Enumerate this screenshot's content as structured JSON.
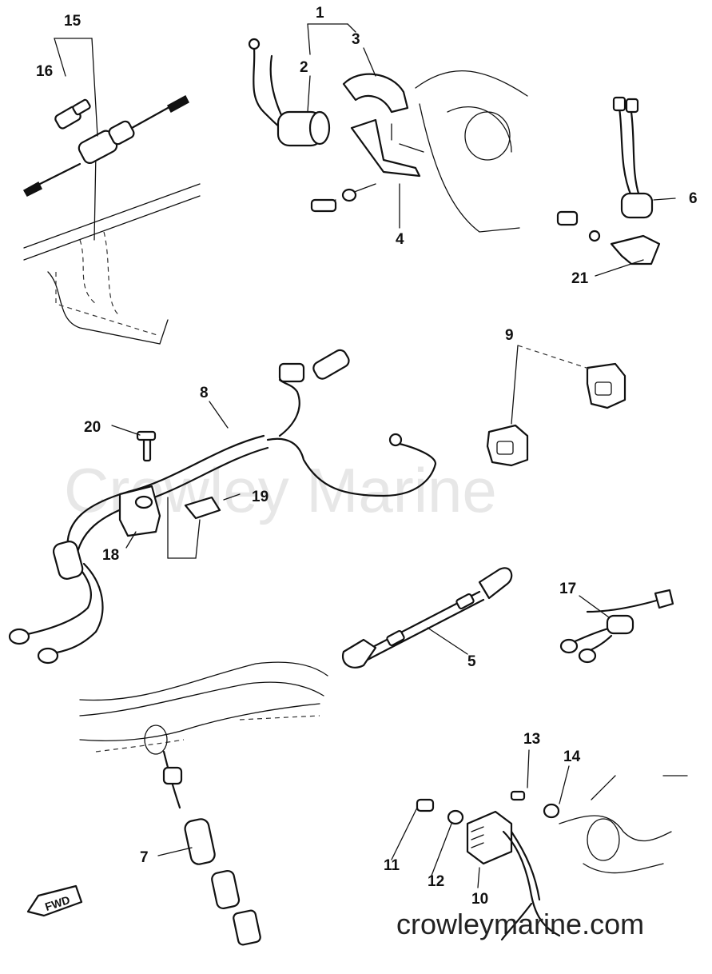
{
  "watermark": "Crowley Marine",
  "footer_url": "crowleymarine.com",
  "fwd_label": "FWD",
  "callouts": [
    {
      "id": "c1",
      "label": "1"
    },
    {
      "id": "c2",
      "label": "2"
    },
    {
      "id": "c3",
      "label": "3"
    },
    {
      "id": "c4",
      "label": "4"
    },
    {
      "id": "c5",
      "label": "5"
    },
    {
      "id": "c6",
      "label": "6"
    },
    {
      "id": "c7",
      "label": "7"
    },
    {
      "id": "c8",
      "label": "8"
    },
    {
      "id": "c9",
      "label": "9"
    },
    {
      "id": "c10",
      "label": "10"
    },
    {
      "id": "c11",
      "label": "11"
    },
    {
      "id": "c12",
      "label": "12"
    },
    {
      "id": "c13",
      "label": "13"
    },
    {
      "id": "c14",
      "label": "14"
    },
    {
      "id": "c15",
      "label": "15"
    },
    {
      "id": "c16",
      "label": "16"
    },
    {
      "id": "c17",
      "label": "17"
    },
    {
      "id": "c18",
      "label": "18"
    },
    {
      "id": "c19",
      "label": "19"
    },
    {
      "id": "c20",
      "label": "20"
    },
    {
      "id": "c21",
      "label": "21"
    }
  ]
}
